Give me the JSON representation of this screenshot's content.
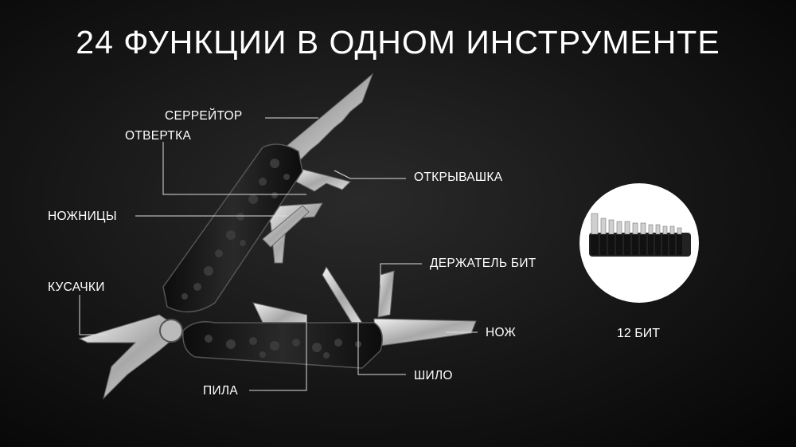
{
  "header": {
    "title": "24 ФУНКЦИИ В ОДНОМ ИНСТРУМЕНТЕ"
  },
  "labels": {
    "serrator": "СЕРРЕЙТОР",
    "screwdriver": "ОТВЕРТКА",
    "opener": "ОТКРЫВАШКА",
    "scissors": "НОЖНИЦЫ",
    "bit_holder": "ДЕРЖАТЕЛЬ БИТ",
    "cutters": "КУСАЧКИ",
    "knife": "НОЖ",
    "awl": "ШИЛО",
    "saw": "ПИЛА"
  },
  "bits": {
    "caption": "12 БИТ",
    "count": 12
  },
  "colors": {
    "background": "#141414",
    "text": "#ffffff",
    "steel": "#c9c9c9",
    "handle": "#1c1c1c"
  }
}
